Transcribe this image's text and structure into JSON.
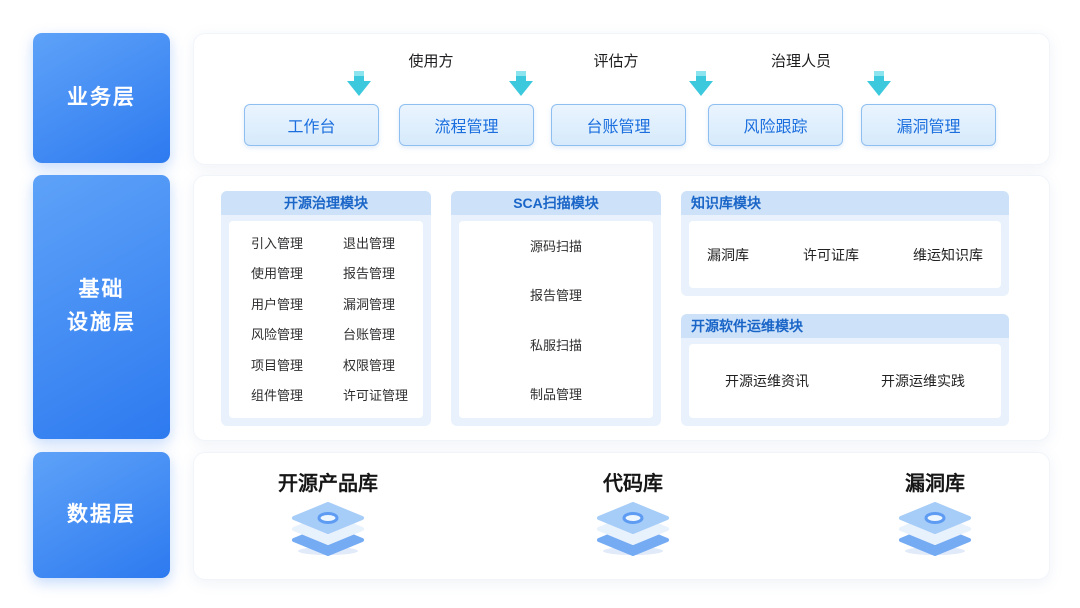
{
  "colors": {
    "layer_label_gradient_start": "#5ea2f8",
    "layer_label_gradient_end": "#2d7af0",
    "accent_text_blue": "#1a6ede",
    "module_header_bg": "#cde2f8",
    "module_bg": "#e9f2fc",
    "arrow_teal": "#3cc9dd",
    "button_bg": "#d6eafc",
    "button_border": "#8fbff0"
  },
  "layers": {
    "business": "业务层",
    "infrastructure": "基础\n设施层",
    "data": "数据层"
  },
  "business": {
    "roles": [
      "使用方",
      "评估方",
      "治理人员"
    ],
    "buttons": [
      "工作台",
      "流程管理",
      "台账管理",
      "风险跟踪",
      "漏洞管理"
    ]
  },
  "infrastructure": {
    "governance": {
      "title": "开源治理模块",
      "items": [
        "引入管理",
        "退出管理",
        "使用管理",
        "报告管理",
        "用户管理",
        "漏洞管理",
        "风险管理",
        "台账管理",
        "项目管理",
        "权限管理",
        "组件管理",
        "许可证管理"
      ]
    },
    "sca": {
      "title": "SCA扫描模块",
      "items": [
        "源码扫描",
        "报告管理",
        "私服扫描",
        "制品管理"
      ]
    },
    "knowledge": {
      "title": "知识库模块",
      "items": [
        "漏洞库",
        "许可证库",
        "维运知识库"
      ]
    },
    "ops": {
      "title": "开源软件运维模块",
      "items": [
        "开源运维资讯",
        "开源运维实践"
      ]
    }
  },
  "data_layer": {
    "items": [
      "开源产品库",
      "代码库",
      "漏洞库"
    ]
  }
}
